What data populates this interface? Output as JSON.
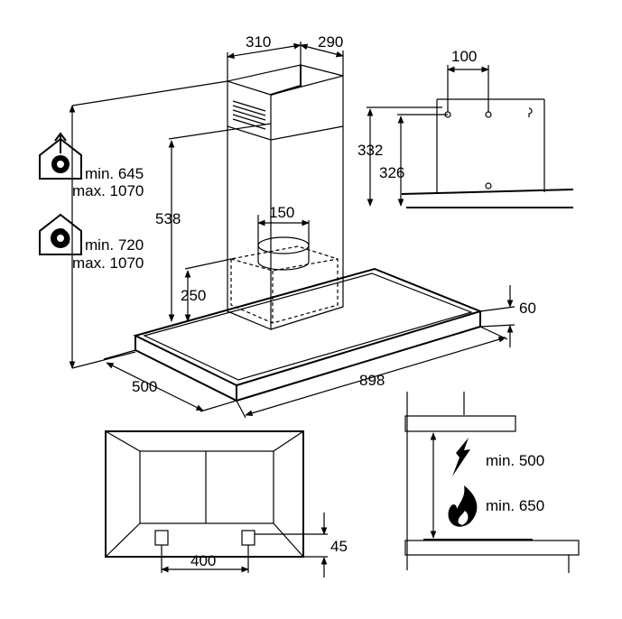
{
  "main_view": {
    "chimney_width_1": "310",
    "chimney_width_2": "290",
    "chimney_height": "538",
    "outlet_diameter": "150",
    "outlet_height": "250",
    "hood_thickness": "60",
    "hood_depth": "500",
    "hood_width": "898"
  },
  "install_heights": {
    "extraction_min": "min. 645",
    "extraction_max": "max. 1070",
    "recirculation_min": "min. 720",
    "recirculation_max": "max. 1070"
  },
  "bracket_view": {
    "hole_spacing": "100",
    "height_upper": "332",
    "height_lower": "326"
  },
  "bottom_view": {
    "spacing": "400",
    "offset": "45"
  },
  "clearance_view": {
    "electric_min": "min. 500",
    "gas_min": "min. 650"
  },
  "icons": [
    "extraction-mode-icon",
    "recirculation-mode-icon",
    "electric-hob-icon",
    "gas-flame-icon"
  ]
}
